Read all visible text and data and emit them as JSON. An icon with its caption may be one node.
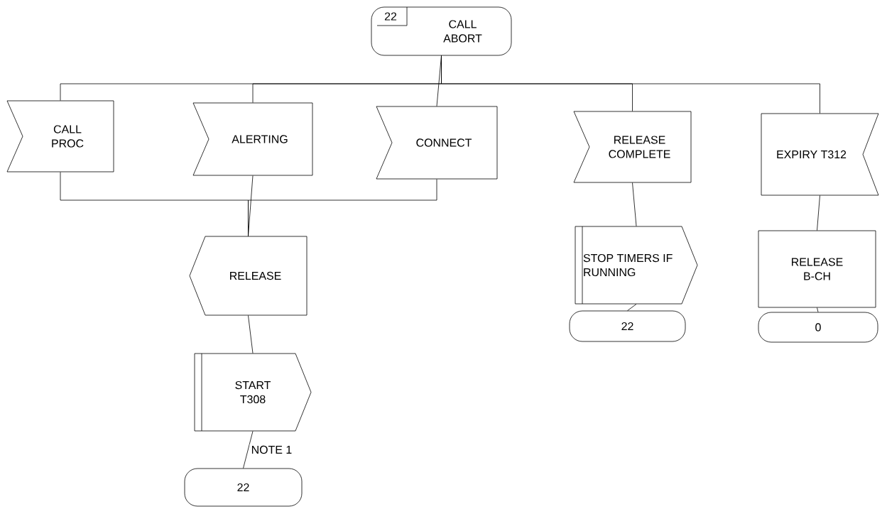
{
  "diagram": {
    "nodes": [
      {
        "text": [
          "22",
          "CALL ABORT"
        ]
      },
      {
        "text": [
          "CALL PROC"
        ]
      },
      {
        "text": [
          "ALERTING"
        ]
      },
      {
        "text": [
          "CONNECT"
        ]
      },
      {
        "text": [
          "RELEASE COMPLETE"
        ]
      },
      {
        "text": [
          "EXPIRY T312"
        ]
      },
      {
        "text": [
          "RELEASE"
        ]
      },
      {
        "text": [
          "START T308"
        ]
      },
      {
        "text": [
          "22"
        ]
      },
      {
        "text": [
          "STOP TIMERS IF RUNNING"
        ]
      },
      {
        "text": [
          "22"
        ]
      },
      {
        "text": [
          "RELEASE B-CH"
        ]
      },
      {
        "text": [
          "0"
        ]
      }
    ],
    "edges": [
      {
        "from": 0,
        "to": 1,
        "arrow": "none"
      },
      {
        "from": 0,
        "to": 2,
        "arrow": "none"
      },
      {
        "from": 0,
        "to": 3,
        "arrow": "none"
      },
      {
        "from": 0,
        "to": 4,
        "arrow": "none"
      },
      {
        "from": 0,
        "to": 5,
        "arrow": "none"
      },
      {
        "from": 1,
        "to": 6,
        "arrow": "none"
      },
      {
        "from": 2,
        "to": 6,
        "arrow": "none"
      },
      {
        "from": 3,
        "to": 6,
        "arrow": "none"
      },
      {
        "from": 6,
        "to": 7,
        "arrow": "none"
      },
      {
        "from": 7,
        "to": 8,
        "label": "NOTE 1",
        "arrow": "none"
      },
      {
        "from": 4,
        "to": 9,
        "arrow": "none"
      },
      {
        "from": 9,
        "to": 10,
        "arrow": "none"
      },
      {
        "from": 5,
        "to": 11,
        "arrow": "none"
      },
      {
        "from": 11,
        "to": 12,
        "arrow": "none"
      }
    ]
  }
}
